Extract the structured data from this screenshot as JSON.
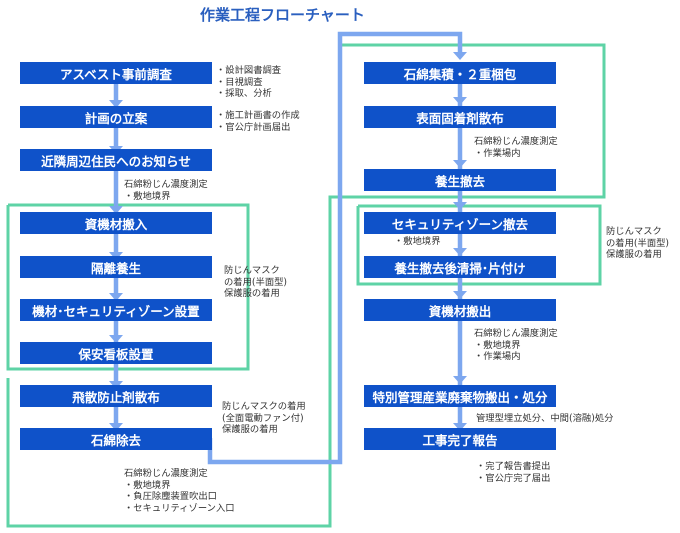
{
  "title": "作業工程フローチャート",
  "left": {
    "steps": [
      "アスベスト事前調査",
      "計画の立案",
      "近隣周辺住民へのお知らせ",
      "資機材搬入",
      "隔離養生",
      "機材･セキュリティゾーン設置",
      "保安看板設置",
      "飛散防止剤散布",
      "石綿除去"
    ]
  },
  "right": {
    "steps": [
      "石綿集積・２重梱包",
      "表面固着剤散布",
      "養生撤去",
      "セキュリティゾーン撤去",
      "養生撤去後清掃･片付け",
      "資機材搬出",
      "特別管理産業廃棄物搬出・処分",
      "工事完了報告"
    ]
  },
  "notes": {
    "survey": [
      "・設計図書調査",
      "・目視調査",
      "・採取、分析"
    ],
    "plan": [
      "・施工計画書の作成",
      "・官公庁計画届出"
    ],
    "measure_boundary": [
      "石綿粉じん濃度測定",
      "・敷地境界"
    ],
    "mask_half_left": [
      "防じんマスク",
      "の着用(半面型)",
      "保護服の着用"
    ],
    "mask_fan": [
      "防じんマスクの着用",
      "(全面電動ファン付)",
      "保護服の着用"
    ],
    "measure_removal": [
      "石綿粉じん濃度測定",
      "・敷地境界",
      "・負圧除塵装置吹出口",
      "・セキュリティゾーン入口"
    ],
    "measure_work_area": [
      "石綿粉じん濃度測定",
      "・作業場内"
    ],
    "boundary_only": [
      "・敷地境界"
    ],
    "mask_half_right": [
      "防じんマスク",
      "の着用(半面型)",
      "保護服の着用"
    ],
    "measure_exit": [
      "石綿粉じん濃度測定",
      "・敷地境界",
      "・作業場内"
    ],
    "disposal": [
      "管理型埋立処分、中間(溶融)処分"
    ],
    "completion": [
      "・完了報告書提出",
      "・官公庁完了届出"
    ]
  },
  "colors": {
    "step": "#0f52c9",
    "arrow": "#7da7ef",
    "frame": "#5ed3a6",
    "title": "#2a5fbf"
  }
}
